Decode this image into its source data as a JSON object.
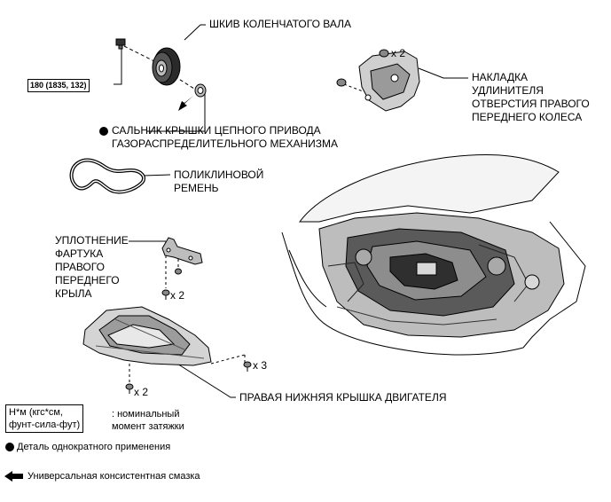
{
  "labels": {
    "crank_pulley": "ШКИВ КОЛЕНЧАТОГО ВАЛА",
    "torque_value": "180 (1835, 132)",
    "oil_seal_line1": "САЛЬНИК КРЫШКИ ЦЕПНОГО ПРИВОДА",
    "oil_seal_line2": "ГАЗОРАСПРЕДЕЛИТЕЛЬНОГО МЕХАНИЗМА",
    "wheel_liner_line1": "НАКЛАДКА",
    "wheel_liner_line2": "УДЛИНИТЕЛЯ",
    "wheel_liner_line3": "ОТВЕРСТИЯ ПРАВОГО",
    "wheel_liner_line4": "ПЕРЕДНЕГО КОЛЕСА",
    "belt_line1": "ПОЛИКЛИНОВОЙ",
    "belt_line2": "РЕМЕНЬ",
    "fender_seal_line1": "УПЛОТНЕНИЕ",
    "fender_seal_line2": "ФАРТУКА",
    "fender_seal_line3": "ПРАВОГО",
    "fender_seal_line4": "ПЕРЕДНЕГО",
    "fender_seal_line5": "КРЫЛА",
    "engine_cover": "ПРАВАЯ НИЖНЯЯ КРЫШКА ДВИГАТЕЛЯ"
  },
  "quantities": {
    "liner_screws": "x 2",
    "seal_screws": "x 2",
    "cover_clips_right": "x 3",
    "cover_clips_bottom": "x 2"
  },
  "legend": {
    "unit_line1": "Н*м (кгс*см,",
    "unit_line2": "фунт-сила-фут)",
    "unit_desc_line1": ": номинальный",
    "unit_desc_line2": "момент затяжки",
    "single_use": "Деталь однократного применения",
    "grease": "Универсальная консистентная смазка"
  },
  "icons": {
    "single_use_symbol": "filled-circle-icon",
    "grease_symbol": "arrow-left-icon"
  }
}
